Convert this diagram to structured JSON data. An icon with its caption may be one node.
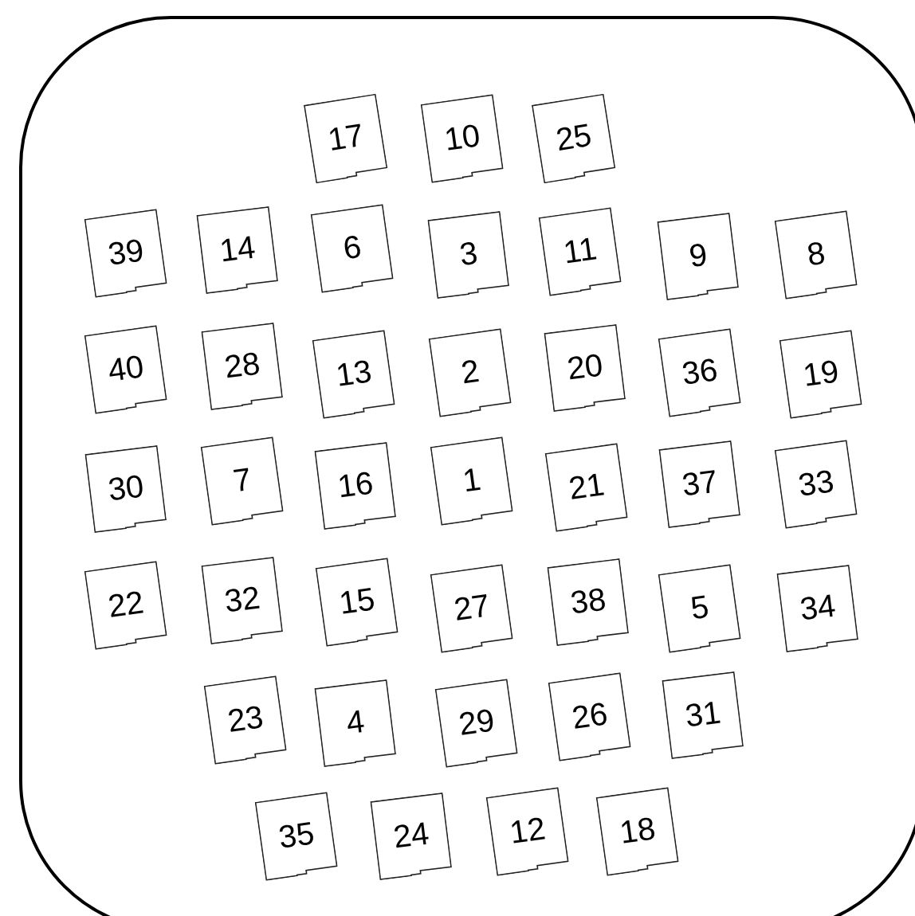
{
  "diagram": {
    "nodes": [
      {
        "text": [],
        "shape": "box"
      },
      {
        "text": [
          "17"
        ],
        "in": 0
      },
      {
        "text": [
          "10"
        ],
        "in": 0
      },
      {
        "text": [
          "25"
        ],
        "in": 0
      },
      {
        "text": [
          "39"
        ],
        "in": 0
      },
      {
        "text": [
          "14"
        ],
        "in": 0
      },
      {
        "text": [
          "6"
        ],
        "in": 0
      },
      {
        "text": [
          "3"
        ],
        "in": 0
      },
      {
        "text": [
          "11"
        ],
        "in": 0
      },
      {
        "text": [
          "9"
        ],
        "in": 0
      },
      {
        "text": [
          "8"
        ],
        "in": 0
      },
      {
        "text": [
          "40"
        ],
        "in": 0
      },
      {
        "text": [
          "28"
        ],
        "in": 0
      },
      {
        "text": [
          "13"
        ],
        "in": 0
      },
      {
        "text": [
          "2"
        ],
        "in": 0
      },
      {
        "text": [
          "20"
        ],
        "in": 0
      },
      {
        "text": [
          "36"
        ],
        "in": 0
      },
      {
        "text": [
          "19"
        ],
        "in": 0
      },
      {
        "text": [
          "30"
        ],
        "in": 0
      },
      {
        "text": [
          "7"
        ],
        "in": 0
      },
      {
        "text": [
          "16"
        ],
        "in": 0
      },
      {
        "text": [
          "1"
        ],
        "in": 0
      },
      {
        "text": [
          "21"
        ],
        "in": 0
      },
      {
        "text": [
          "37"
        ],
        "in": 0
      },
      {
        "text": [
          "33"
        ],
        "in": 0
      },
      {
        "text": [
          "22"
        ],
        "in": 0
      },
      {
        "text": [
          "32"
        ],
        "in": 0
      },
      {
        "text": [
          "15"
        ],
        "in": 0
      },
      {
        "text": [
          "27"
        ],
        "in": 0
      },
      {
        "text": [
          "38"
        ],
        "in": 0
      },
      {
        "text": [
          "5"
        ],
        "in": 0
      },
      {
        "text": [
          "34"
        ],
        "in": 0
      },
      {
        "text": [
          "23"
        ],
        "in": 0
      },
      {
        "text": [
          "4"
        ],
        "in": 0
      },
      {
        "text": [
          "29"
        ],
        "in": 0
      },
      {
        "text": [
          "26"
        ],
        "in": 0
      },
      {
        "text": [
          "31"
        ],
        "in": 0
      },
      {
        "text": [
          "35"
        ],
        "in": 0
      },
      {
        "text": [
          "24"
        ],
        "in": 0
      },
      {
        "text": [
          "12"
        ],
        "in": 0
      },
      {
        "text": [
          "18"
        ],
        "in": 0
      }
    ]
  }
}
